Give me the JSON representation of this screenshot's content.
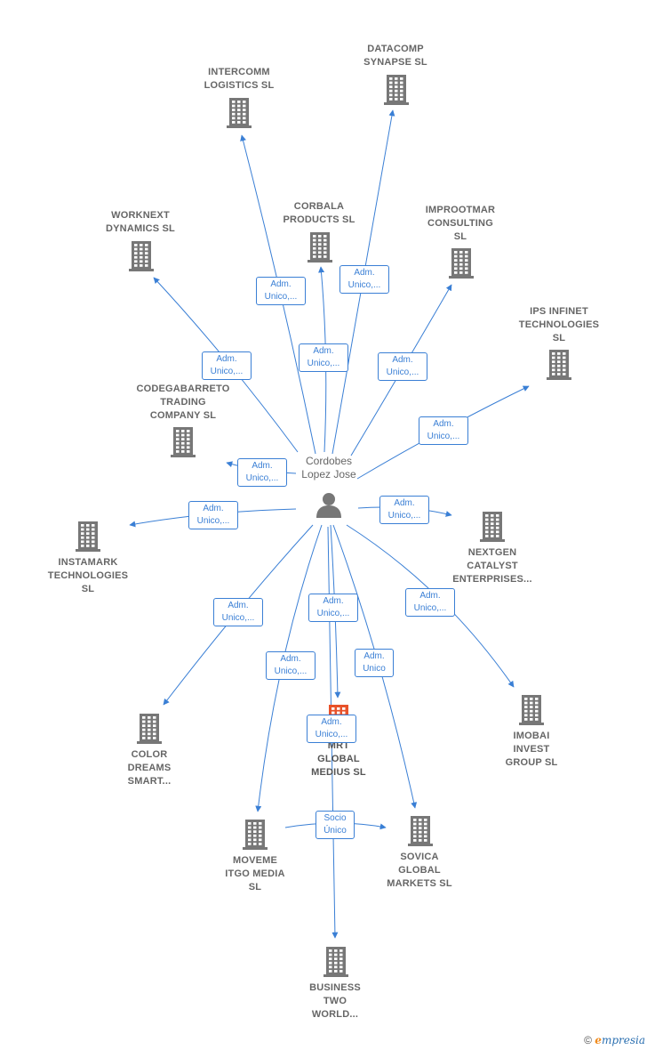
{
  "person": {
    "name_lines": [
      "Cordobes",
      "Lopez Jose"
    ]
  },
  "highlight_color": "#e8522a",
  "edge_color": "#3a7fd5",
  "companies": [
    {
      "id": "intercomm",
      "lines": [
        "INTERCOMM",
        "LOGISTICS  SL"
      ],
      "highlight": false
    },
    {
      "id": "datacomp",
      "lines": [
        "DATACOMP",
        "SYNAPSE  SL"
      ],
      "highlight": false
    },
    {
      "id": "worknext",
      "lines": [
        "WORKNEXT",
        "DYNAMICS  SL"
      ],
      "highlight": false
    },
    {
      "id": "corbala",
      "lines": [
        "CORBALA",
        "PRODUCTS  SL"
      ],
      "highlight": false
    },
    {
      "id": "improotmar",
      "lines": [
        "IMPROOTMAR",
        "CONSULTING",
        "SL"
      ],
      "highlight": false
    },
    {
      "id": "ipsinfinet",
      "lines": [
        "IPS INFINET",
        "TECHNOLOGIES",
        "SL"
      ],
      "highlight": false
    },
    {
      "id": "codegabarreto",
      "lines": [
        "CODEGABARRETO",
        "TRADING",
        "COMPANY  SL"
      ],
      "highlight": false
    },
    {
      "id": "instamark",
      "lines": [
        "INSTAMARK",
        "TECHNOLOGIES",
        "SL"
      ],
      "highlight": false
    },
    {
      "id": "nextgen",
      "lines": [
        "NEXTGEN",
        "CATALYST",
        "ENTERPRISES..."
      ],
      "highlight": false
    },
    {
      "id": "colordreams",
      "lines": [
        "COLOR",
        "DREAMS",
        "SMART..."
      ],
      "highlight": false
    },
    {
      "id": "imobai",
      "lines": [
        "IMOBAI",
        "INVEST",
        "GROUP  SL"
      ],
      "highlight": false
    },
    {
      "id": "mrglobal",
      "lines": [
        "MRT",
        "GLOBAL",
        "MEDIUS  SL"
      ],
      "highlight": true
    },
    {
      "id": "moveme",
      "lines": [
        "MOVEME",
        "ITGO MEDIA",
        "SL"
      ],
      "highlight": false
    },
    {
      "id": "sovica",
      "lines": [
        "SOVICA",
        "GLOBAL",
        "MARKETS  SL"
      ],
      "highlight": false
    },
    {
      "id": "businesstwo",
      "lines": [
        "BUSINESS",
        "TWO",
        "WORLD..."
      ],
      "highlight": false
    }
  ],
  "edge_labels": [
    {
      "id": "e-intercomm",
      "lines": [
        "Adm.",
        "Unico,..."
      ]
    },
    {
      "id": "e-datacomp",
      "lines": [
        "Adm.",
        "Unico,..."
      ]
    },
    {
      "id": "e-worknext",
      "lines": [
        "Adm.",
        "Unico,..."
      ]
    },
    {
      "id": "e-corbala",
      "lines": [
        "Adm.",
        "Unico,..."
      ]
    },
    {
      "id": "e-improotmar",
      "lines": [
        "Adm.",
        "Unico,..."
      ]
    },
    {
      "id": "e-ipsinfinet",
      "lines": [
        "Adm.",
        "Unico,..."
      ]
    },
    {
      "id": "e-codegabarreto",
      "lines": [
        "Adm.",
        "Unico,..."
      ]
    },
    {
      "id": "e-instamark",
      "lines": [
        "Adm.",
        "Unico,..."
      ]
    },
    {
      "id": "e-nextgen",
      "lines": [
        "Adm.",
        "Unico,..."
      ]
    },
    {
      "id": "e-colordreams",
      "lines": [
        "Adm.",
        "Unico,..."
      ]
    },
    {
      "id": "e-mrglobal",
      "lines": [
        "Adm.",
        "Unico,..."
      ]
    },
    {
      "id": "e-imobai",
      "lines": [
        "Adm.",
        "Unico,..."
      ]
    },
    {
      "id": "e-moveme",
      "lines": [
        "Adm.",
        "Unico,..."
      ]
    },
    {
      "id": "e-sovica",
      "lines": [
        "Adm.",
        "Unico"
      ]
    },
    {
      "id": "e-businesstwo",
      "lines": [
        "Adm.",
        "Unico,..."
      ]
    },
    {
      "id": "e-socio",
      "lines": [
        "Socio",
        "Único"
      ]
    }
  ],
  "footer": {
    "copyright": "©",
    "brand_initial": "e",
    "brand_rest": "mpresia"
  },
  "icons": {
    "company": "building-icon",
    "person": "person-icon"
  }
}
